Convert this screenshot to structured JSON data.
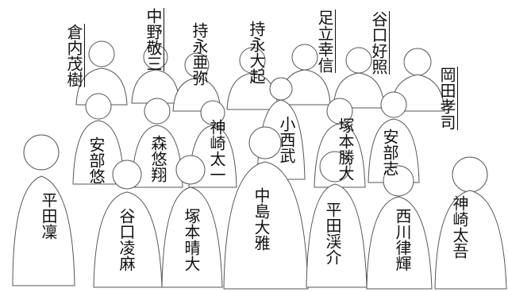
{
  "names": {
    "kurauchi_shigeki": "倉内茂樹",
    "nakano_keizo": "中野敬三",
    "mochinaga_aya": "持永亜弥",
    "mochinaga_daiki": "持永大起",
    "adachi_yukinobu": "足立幸信",
    "taniguchi_yoshiteru": "谷口好照",
    "okada_takashi": "岡田孝司",
    "kozaki_taichi": "神崎太一",
    "konishi_takeshi": "小西武",
    "tsukamoto_masaru": "塚本勝大",
    "abe_yu": "安部悠",
    "mori_yusho": "森悠翔",
    "abe_shi": "安部志",
    "hirata_rin": "平田凜",
    "taniguchi_ryoma": "谷口凌麻",
    "tsukamoto_seidai": "塚本晴大",
    "nakajima_taiga": "中島大雅",
    "hirata_keisuke": "平田渓介",
    "nishikawa_ritsuki": "西川律輝",
    "kozaki_taigo": "神崎太吾"
  }
}
